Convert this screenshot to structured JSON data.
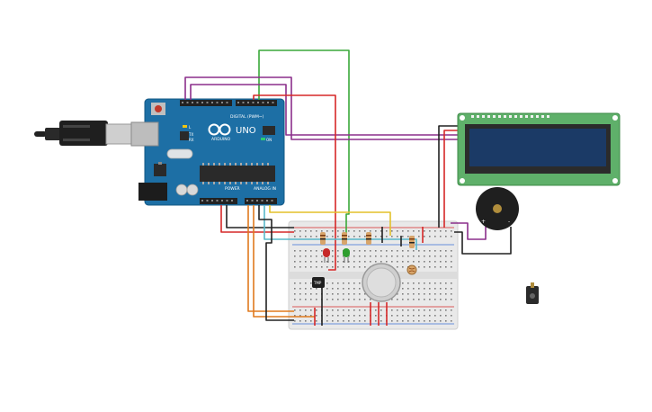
{
  "arduino": {
    "brand": "ARDUINO",
    "model": "UNO",
    "digital_label": "DIGITAL (PWM~)",
    "power_label": "POWER",
    "analog_label": "ANALOG IN",
    "on_label": "ON",
    "tx_label": "TX",
    "rx_label": "RX",
    "l_label": "L",
    "board_color": "#1d6fa5"
  },
  "components": {
    "temp_sensor_label": "TMP",
    "lcd_color": "#1b3a66",
    "lcd_pcb_color": "#5fb06a",
    "breadboard_color": "#e9e9e9"
  },
  "wire_colors": {
    "red": "#d62828",
    "green": "#3aa93a",
    "purple": "#8b2f8b",
    "black": "#222222",
    "yellow": "#e3c12a",
    "orange": "#e07a1e",
    "cyan": "#59b8c9"
  }
}
